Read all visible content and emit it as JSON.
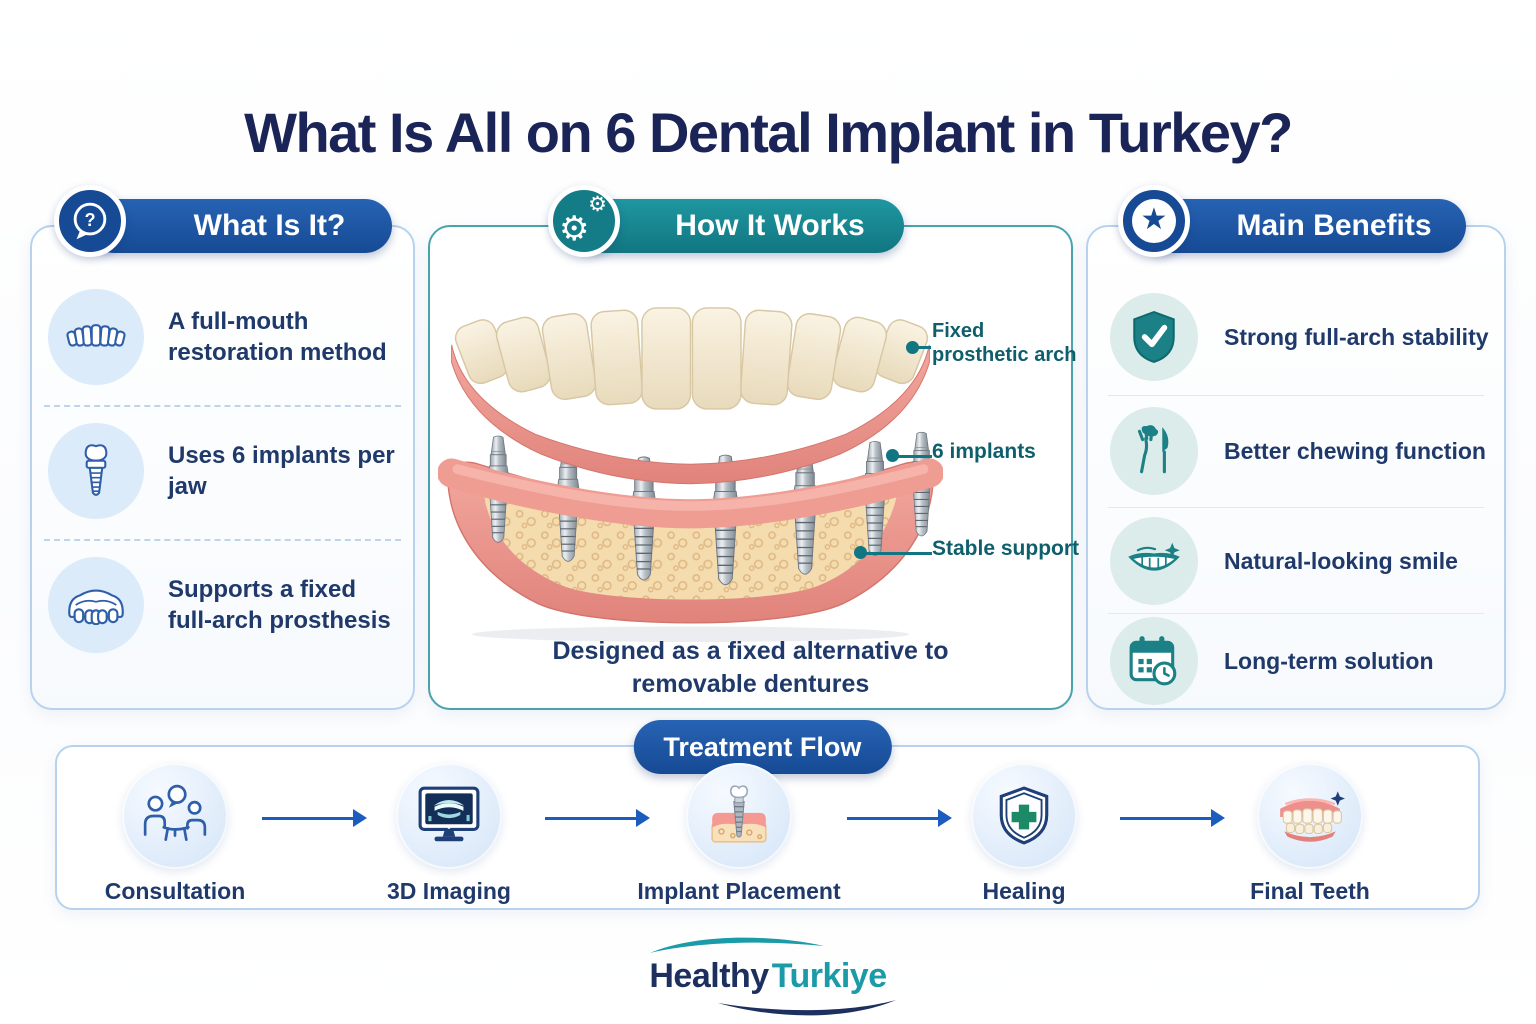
{
  "title": "What Is All on 6 Dental Implant in Turkey?",
  "icon_glyphs": {
    "question": "?",
    "star": "★",
    "gear": "⚙"
  },
  "colors": {
    "navy_title": "#1a2456",
    "blue_pill": "#1a52a0",
    "teal_pill": "#17828c",
    "teal_label": "#0e5f6b",
    "body_text": "#20396b",
    "arrow_blue": "#1d5cbf"
  },
  "panels": {
    "what_is_it": {
      "header": "What Is It?",
      "header_icon": "question-bubble-icon",
      "items": [
        {
          "icon": "teeth-row-icon",
          "text": "A full-mouth restoration method"
        },
        {
          "icon": "dental-implant-icon",
          "text": "Uses 6 implants per jaw"
        },
        {
          "icon": "denture-arch-icon",
          "text": "Supports a fixed full-arch prosthesis"
        }
      ]
    },
    "how_it_works": {
      "header": "How It Works",
      "header_icon": "gears-icon",
      "illustration": "all-on-6-lower-jaw-implants-illustration",
      "callouts": [
        {
          "label": "Fixed prosthetic arch"
        },
        {
          "label": "6 implants"
        },
        {
          "label": "Stable support"
        }
      ],
      "caption": "Designed as a fixed alternative to removable dentures"
    },
    "main_benefits": {
      "header": "Main Benefits",
      "header_icon": "star-badge-icon",
      "items": [
        {
          "icon": "shield-check-icon",
          "text": "Strong full-arch stability"
        },
        {
          "icon": "cutlery-icon",
          "text": "Better chewing function"
        },
        {
          "icon": "smile-sparkle-icon",
          "text": "Natural-looking smile"
        },
        {
          "icon": "calendar-clock-icon",
          "text": "Long-term solution"
        }
      ]
    },
    "treatment_flow": {
      "header": "Treatment Flow",
      "steps": [
        {
          "icon": "consultation-icon",
          "label": "Consultation"
        },
        {
          "icon": "monitor-3d-imaging-icon",
          "label": "3D Imaging"
        },
        {
          "icon": "implant-placement-icon",
          "label": "Implant Placement"
        },
        {
          "icon": "healing-shield-icon",
          "label": "Healing"
        },
        {
          "icon": "final-teeth-icon",
          "label": "Final Teeth"
        }
      ]
    }
  },
  "footer": {
    "brand_word1": "Healthy",
    "brand_word2": "Turkiye"
  }
}
